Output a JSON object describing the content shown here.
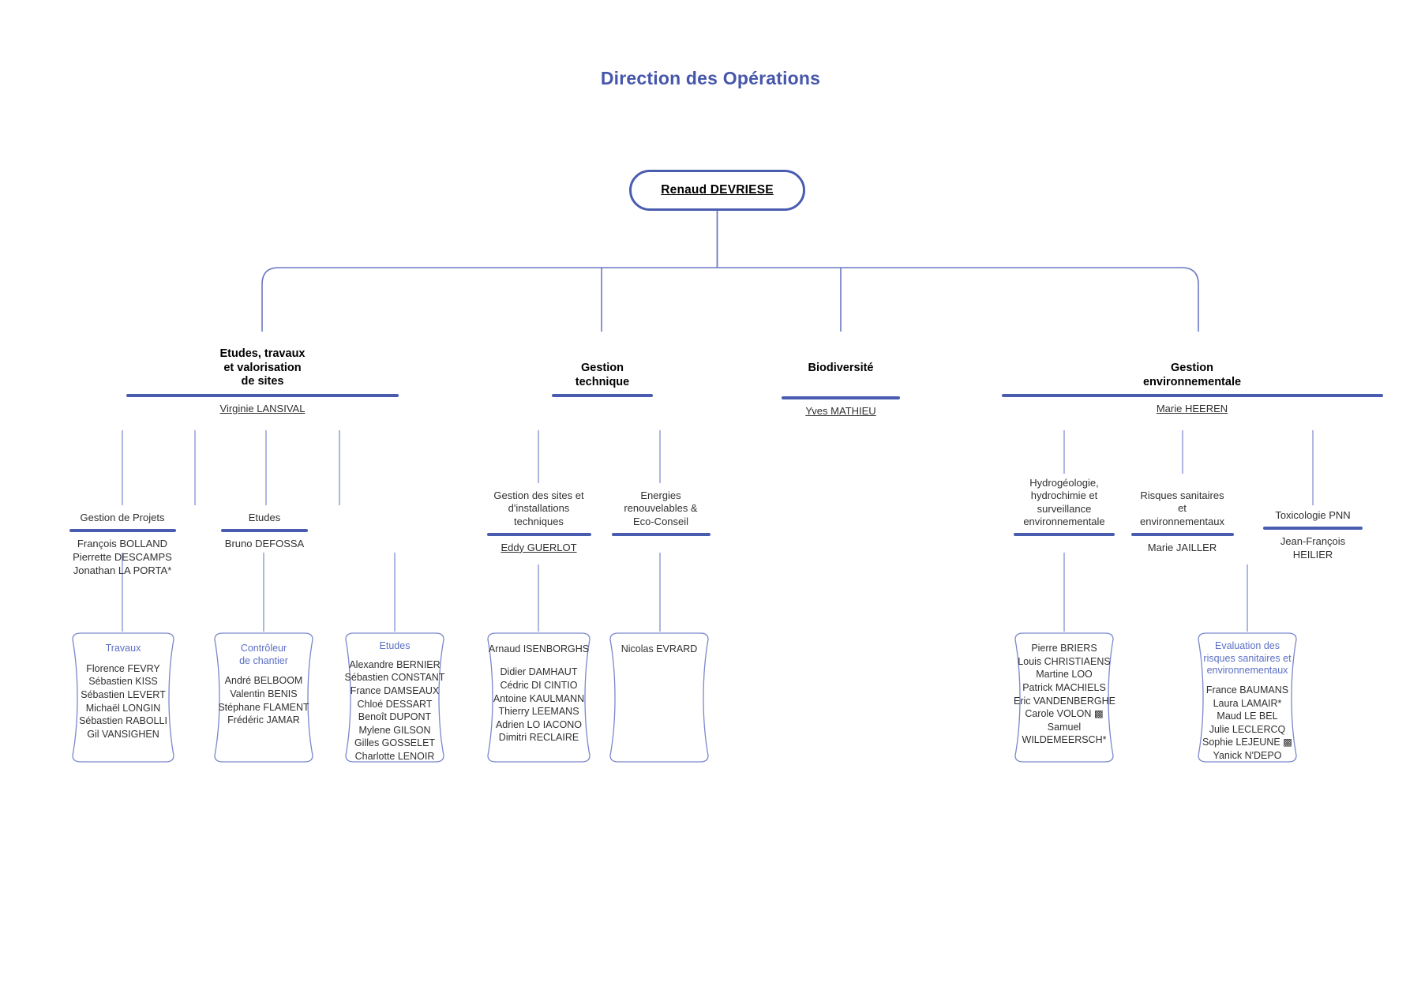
{
  "page": {
    "title": "Direction des Opérations",
    "accent_color": "#4a5cb0",
    "title_color": "#4556ab",
    "box_title_color": "#5b6fc4",
    "text_color": "#303030"
  },
  "root": {
    "name": "Renaud DEVRIESE"
  },
  "departments": [
    {
      "id": "etudes-travaux",
      "title": "Etudes, travaux\net valorisation\nde sites",
      "lead": "Virginie LANSIVAL"
    },
    {
      "id": "gestion-technique",
      "title": "Gestion\ntechnique",
      "lead": ""
    },
    {
      "id": "biodiversite",
      "title": "Biodiversité",
      "lead": "Yves MATHIEU"
    },
    {
      "id": "gestion-environnementale",
      "title": "Gestion\nenvironnementale",
      "lead": "Marie HEEREN"
    }
  ],
  "units": [
    {
      "id": "gestion-de-projets",
      "title": "Gestion de Projets",
      "names": [
        "François BOLLAND",
        "Pierrette DESCAMPS",
        "Jonathan LA PORTA*"
      ]
    },
    {
      "id": "etudes-unit",
      "title": "Etudes",
      "names": [
        "Bruno DEFOSSA"
      ]
    },
    {
      "id": "gestion-sites-installations",
      "title": "Gestion des sites et\nd'installations\ntechniques",
      "lead": "Eddy GUERLOT",
      "names": []
    },
    {
      "id": "energies-renouvelables",
      "title": "Energies\nrenouvelables &\nEco-Conseil",
      "lead": "",
      "names": []
    },
    {
      "id": "hydrogeologie",
      "title": "Hydrogéologie,\nhydrochimie et\nsurveillance\nenvironnementale",
      "lead": "",
      "names": []
    },
    {
      "id": "risques-sanitaires",
      "title": "Risques sanitaires\net\nenvironnementaux",
      "lead": "Marie JAILLER",
      "names": []
    },
    {
      "id": "toxicologie-pnn",
      "title": "Toxicologie PNN",
      "lead": "Jean-François\nHEILIER",
      "names": []
    }
  ],
  "team_boxes": [
    {
      "id": "travaux",
      "title": "Travaux",
      "lead": "",
      "names": [
        "Florence FEVRY",
        "Sébastien KISS",
        "Sébastien LEVERT",
        "Michaël LONGIN",
        "Sébastien RABOLLI",
        "Gil VANSIGHEN"
      ]
    },
    {
      "id": "controleur-de-chantier",
      "title": "Contrôleur\nde chantier",
      "lead": "",
      "names": [
        "André BELBOOM",
        "Valentin BENIS",
        "Stéphane FLAMENT",
        "Frédéric JAMAR"
      ]
    },
    {
      "id": "etudes-box",
      "title": "Etudes",
      "lead": "",
      "names": [
        "Alexandre BERNIER",
        "Sébastien CONSTANT",
        "France DAMSEAUX",
        "Chloé DESSART",
        "Benoît DUPONT",
        "Mylene GILSON",
        "Gilles GOSSELET",
        "Charlotte LENOIR"
      ]
    },
    {
      "id": "gestion-sites-box",
      "title": "",
      "lead": "Arnaud ISENBORGHS",
      "names": [
        "Didier DAMHAUT",
        "Cédric DI CINTIO",
        "Antoine KAULMANN",
        "Thierry LEEMANS",
        "Adrien LO IACONO",
        "Dimitri RECLAIRE"
      ]
    },
    {
      "id": "energies-box",
      "title": "",
      "lead": "Nicolas EVRARD",
      "names": []
    },
    {
      "id": "hydrogeologie-box",
      "title": "",
      "lead": "",
      "names": [
        "Pierre BRIERS",
        "Louis CHRISTIAENS",
        "Martine LOO",
        "Patrick MACHIELS",
        "Eric VANDENBERGHE",
        "Carole VOLON ▩",
        "Samuel",
        "WILDEMEERSCH*"
      ]
    },
    {
      "id": "evaluation-risques-box",
      "title": "Evaluation des\nrisques sanitaires et\nenvironnementaux",
      "lead": "",
      "names": [
        "France BAUMANS",
        "Laura LAMAIR*",
        "Maud LE BEL",
        "Julie LECLERCQ",
        "Sophie LEJEUNE ▩",
        "Yanick N'DEPO"
      ]
    }
  ]
}
